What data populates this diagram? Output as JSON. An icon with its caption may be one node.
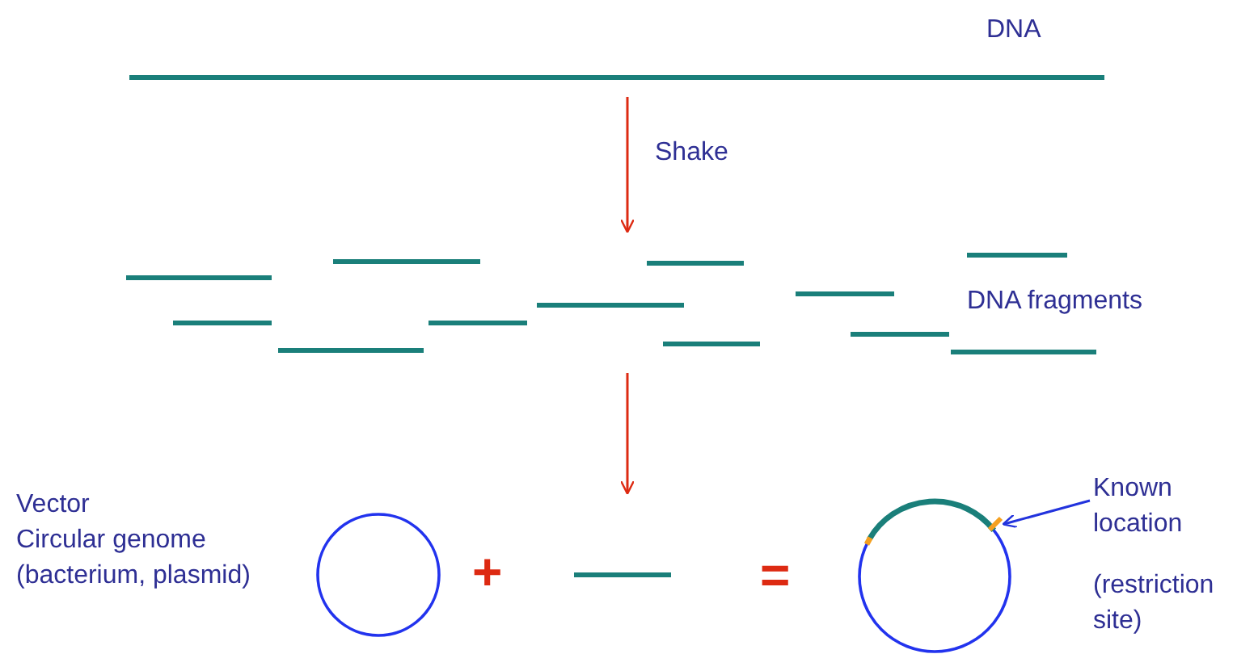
{
  "diagram": {
    "nodes": [
      {
        "text": [],
        "shape": "bar",
        "beside": [
          "DNA"
        ]
      },
      {
        "text": [
          "DNA fragments"
        ]
      },
      {
        "text": [],
        "shape": "circle",
        "beside": [
          "Vector",
          "Circular genome (bacterium, plasmid)"
        ]
      },
      {
        "text": [],
        "shape": "bar"
      },
      {
        "text": [],
        "shape": "circle"
      },
      {
        "text": [
          "Known location"
        ]
      },
      {
        "text": [],
        "shape": "bar"
      }
    ],
    "edges": [
      {
        "from": 0,
        "to": 1,
        "arrow": "to",
        "label": "Shake"
      },
      {
        "from": 1,
        "to": 3,
        "arrow": "to"
      },
      {
        "from": 5,
        "to": 6,
        "arrow": "to",
        "color": "#2233dd"
      }
    ],
    "labels": [
      "+",
      "=",
      "(restriction site)"
    ]
  }
}
